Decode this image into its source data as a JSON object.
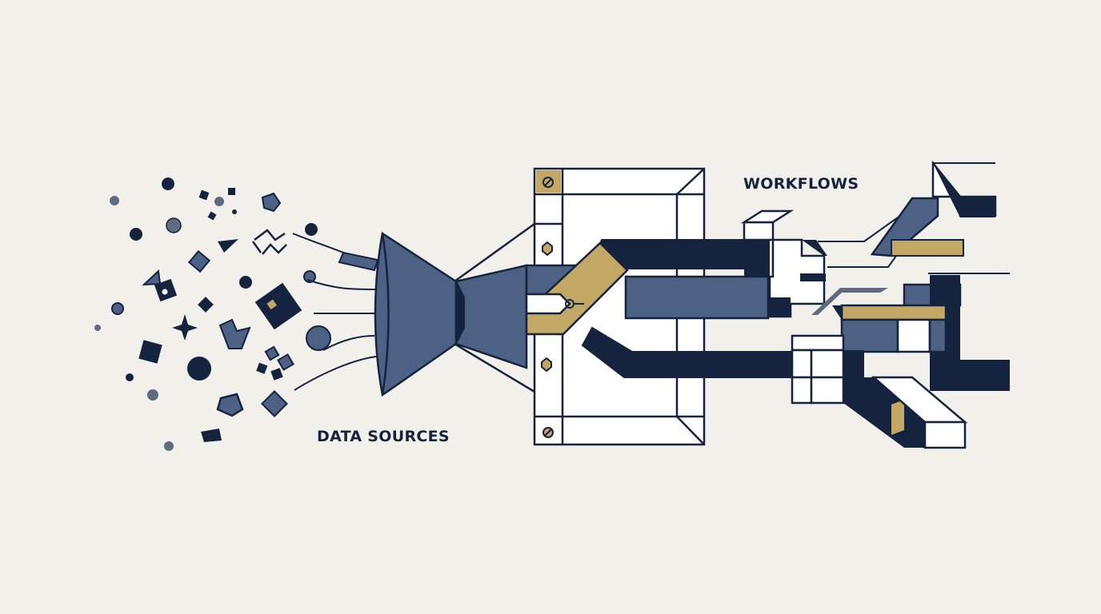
{
  "labels": {
    "data_sources": "DATA SOURCES",
    "workflows": "WORKFLOWS"
  },
  "colors": {
    "background": "#f2f0ea",
    "navy": "#16233f",
    "slate": "#4d6185",
    "gold": "#c3a765",
    "gray": "#5f6c80",
    "white": "#ffffff"
  },
  "icons": [
    "scattered-data-shapes",
    "funnel-icon",
    "frame-panel",
    "bolt-icon",
    "pipes-and-blocks"
  ]
}
